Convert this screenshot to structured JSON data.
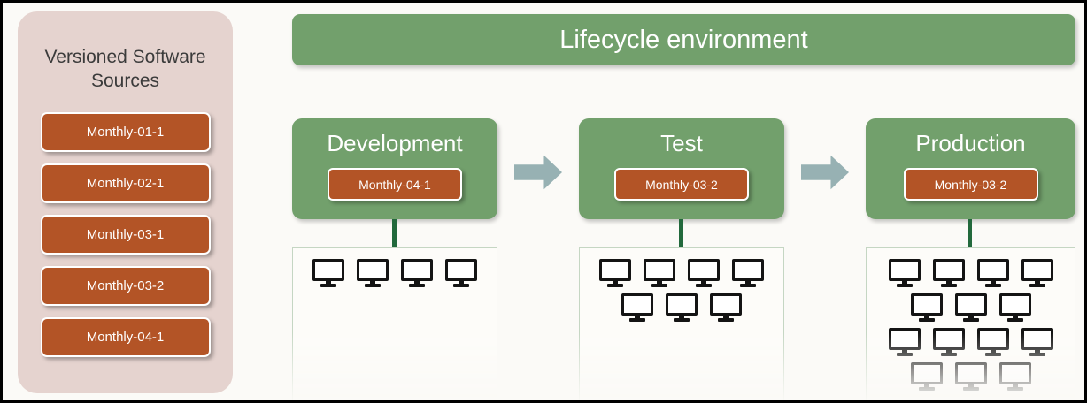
{
  "diagram": {
    "background_color": "#fbfaf7",
    "accent_green": "#72a06c",
    "accent_rust": "#b35426",
    "accent_pink": "#e5d3cf",
    "accent_arrow": "#97b1b3",
    "connector_green": "#22693c"
  },
  "sidebar": {
    "title": "Versioned Software Sources",
    "sources": [
      {
        "label": "Monthly-01-1"
      },
      {
        "label": "Monthly-02-1"
      },
      {
        "label": "Monthly-03-1"
      },
      {
        "label": "Monthly-03-2"
      },
      {
        "label": "Monthly-04-1"
      }
    ]
  },
  "header": {
    "title": "Lifecycle environment",
    "watermark": ""
  },
  "stages": [
    {
      "id": "development",
      "title": "Development",
      "version": "Monthly-04-1",
      "monitor_rows": [
        4
      ],
      "monitor_count": 4
    },
    {
      "id": "test",
      "title": "Test",
      "version": "Monthly-03-2",
      "monitor_rows": [
        4,
        3
      ],
      "monitor_count": 7
    },
    {
      "id": "production",
      "title": "Production",
      "version": "Monthly-03-2",
      "monitor_rows": [
        4,
        3,
        4,
        3
      ],
      "monitor_count": 14
    }
  ],
  "arrows": [
    {
      "from": "development",
      "to": "test",
      "icon": "right-arrow-icon"
    },
    {
      "from": "test",
      "to": "production",
      "icon": "right-arrow-icon"
    }
  ]
}
